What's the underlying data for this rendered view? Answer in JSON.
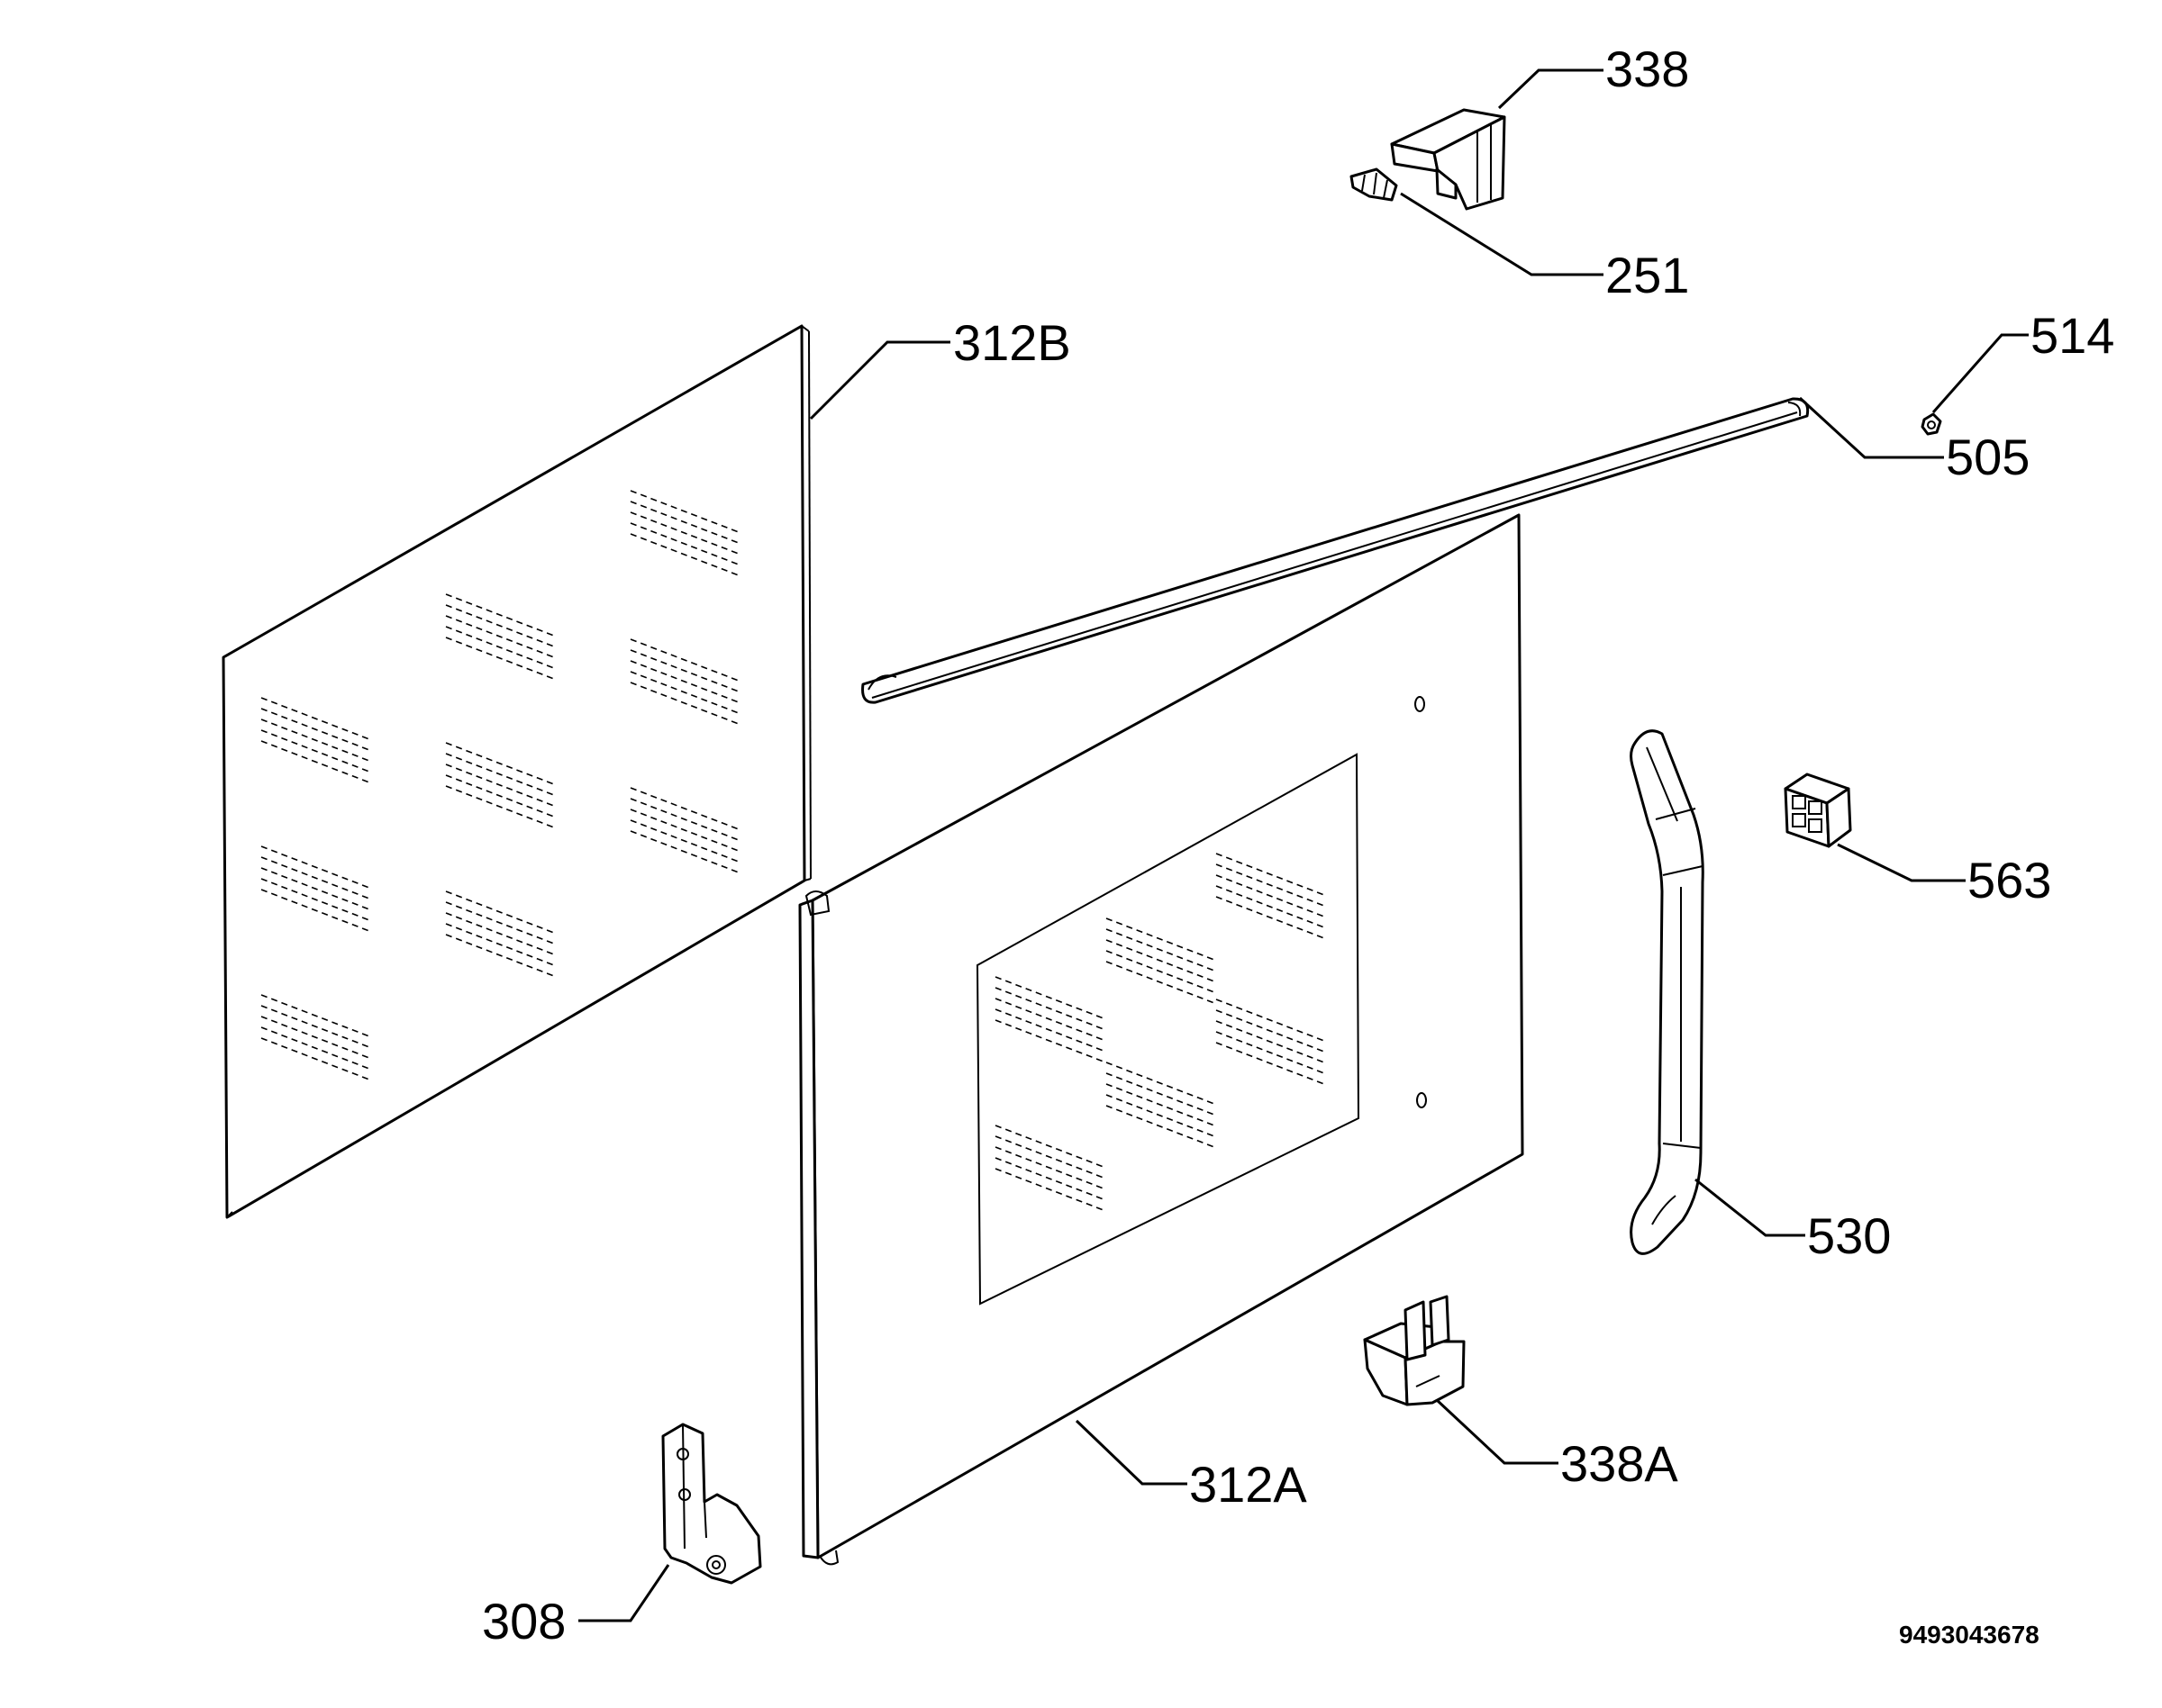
{
  "parts": [
    {
      "id": "338",
      "label": "338"
    },
    {
      "id": "251",
      "label": "251"
    },
    {
      "id": "312B",
      "label": "312B"
    },
    {
      "id": "514",
      "label": "514"
    },
    {
      "id": "505",
      "label": "505"
    },
    {
      "id": "563",
      "label": "563"
    },
    {
      "id": "530",
      "label": "530"
    },
    {
      "id": "312A",
      "label": "312A"
    },
    {
      "id": "338A",
      "label": "338A"
    },
    {
      "id": "308",
      "label": "308"
    }
  ],
  "document_number": "9493043678"
}
